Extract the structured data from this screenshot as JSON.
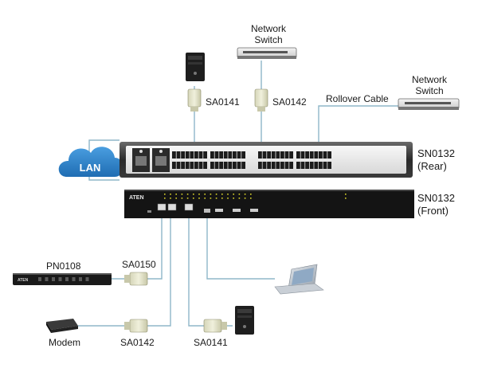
{
  "devices": {
    "lan": "LAN",
    "network_switch_top": "Network\nSwitch",
    "network_switch_right": "Network\nSwitch",
    "pn0108": "PN0108",
    "modem": "Modem",
    "aten_brand": "ATEN",
    "aten_brand_small": "ATEN"
  },
  "units": {
    "rear": "SN0132\n(Rear)",
    "front": "SN0132\n(Front)"
  },
  "cables": {
    "rollover": "Rollover Cable",
    "sa0141_top": "SA0141",
    "sa0142_top": "SA0142",
    "sa0150": "SA0150",
    "sa0142_bottom": "SA0142",
    "sa0141_bottom": "SA0141"
  },
  "colors": {
    "cable_line": "#8fb7c9",
    "chassis": "#1b1b1b",
    "lan_cloud": "#2d7fc8",
    "port_led": "#d8d22a"
  }
}
